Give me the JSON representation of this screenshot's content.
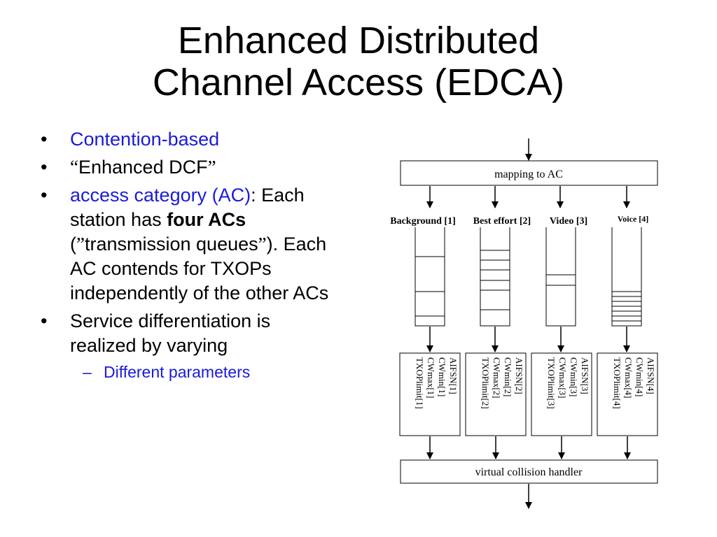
{
  "slide": {
    "title_line1": "Enhanced Distributed",
    "title_line2": "Channel Access (EDCA)"
  },
  "bullets": {
    "b1": "Contention-based",
    "b2_open_quote": "“",
    "b2_text": "Enhanced DCF",
    "b2_close_quote": "”",
    "b3_part1": "access category (AC)",
    "b3_part2": ": Each station has ",
    "b3_bold": "four ACs",
    "b3_part3": " (",
    "b3_quote_open": "”",
    "b3_part4": "transmission queues",
    "b3_quote_close": "”",
    "b3_part5": "). Each AC contends for TXOPs independently of the other ACs",
    "b4": "Service differentiation is realized by varying",
    "sub1": "Different parameters",
    "bullet_glyph": "•",
    "dash_glyph": "–"
  },
  "diagram": {
    "mapping_label": "mapping to AC",
    "collision_label": "virtual collision handler",
    "queues": [
      {
        "label": "Background [1]",
        "params": [
          "AIFSN[1]",
          "CWmin[1]",
          "CWmax[1]",
          "TXOPlimit[1]"
        ]
      },
      {
        "label": "Best effort [2]",
        "params": [
          "AIFSN[2]",
          "CWmin[2]",
          "CWmax[2]",
          "TXOPlimit[2]"
        ]
      },
      {
        "label": "Video [3]",
        "params": [
          "AIFSN[3]",
          "CWmin[3]",
          "CWmax[3]",
          "TXOPlimit[3]"
        ]
      },
      {
        "label": "Voice [4]",
        "params": [
          "AIFSN[4]",
          "CWmin[4]",
          "CWmax[4]",
          "TXOPlimit[4]"
        ]
      }
    ]
  },
  "colors": {
    "accent_blue": "#1a1adb",
    "text": "#000000"
  }
}
